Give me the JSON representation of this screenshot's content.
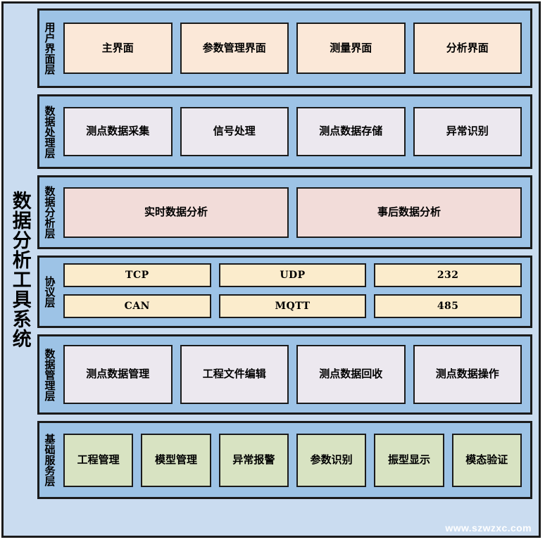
{
  "diagram": {
    "system_title": "数据分析工具系统",
    "watermark": "www.szwzxc.com",
    "colors": {
      "outer_background": "#cadcf0",
      "band_background": "#9dc3e6",
      "border": "#1b1b1b",
      "ui_node": "#fbe8d8",
      "process_node": "#ece8ef",
      "analysis_node": "#f2dcd9",
      "protocol_node": "#fbeccc",
      "manage_node": "#ece8ef",
      "base_node": "#d8e3c2",
      "watermark_text": "#ffffff"
    }
  },
  "layers": [
    {
      "label": "用户界面层",
      "nodes": [
        {
          "label": "主界面"
        },
        {
          "label": "参数管理界面"
        },
        {
          "label": "测量界面"
        },
        {
          "label": "分析界面"
        }
      ]
    },
    {
      "label": "数据处理层",
      "nodes": [
        {
          "label": "测点数据采集"
        },
        {
          "label": "信号处理"
        },
        {
          "label": "测点数据存储"
        },
        {
          "label": "异常识别"
        }
      ]
    },
    {
      "label": "数据分析层",
      "nodes": [
        {
          "label": "实时数据分析"
        },
        {
          "label": "事后数据分析"
        }
      ]
    },
    {
      "label": "协议层",
      "rows": [
        [
          {
            "label": "TCP"
          },
          {
            "label": "UDP"
          },
          {
            "label": "232"
          }
        ],
        [
          {
            "label": "CAN"
          },
          {
            "label": "MQTT"
          },
          {
            "label": "485"
          }
        ]
      ]
    },
    {
      "label": "数据管理层",
      "nodes": [
        {
          "label": "测点数据管理"
        },
        {
          "label": "工程文件编辑"
        },
        {
          "label": "测点数据回收"
        },
        {
          "label": "测点数据操作"
        }
      ]
    },
    {
      "label": "基础服务层",
      "nodes": [
        {
          "label": "工程管理"
        },
        {
          "label": "模型管理"
        },
        {
          "label": "异常报警"
        },
        {
          "label": "参数识别"
        },
        {
          "label": "振型显示"
        },
        {
          "label": "模态验证"
        }
      ]
    }
  ]
}
